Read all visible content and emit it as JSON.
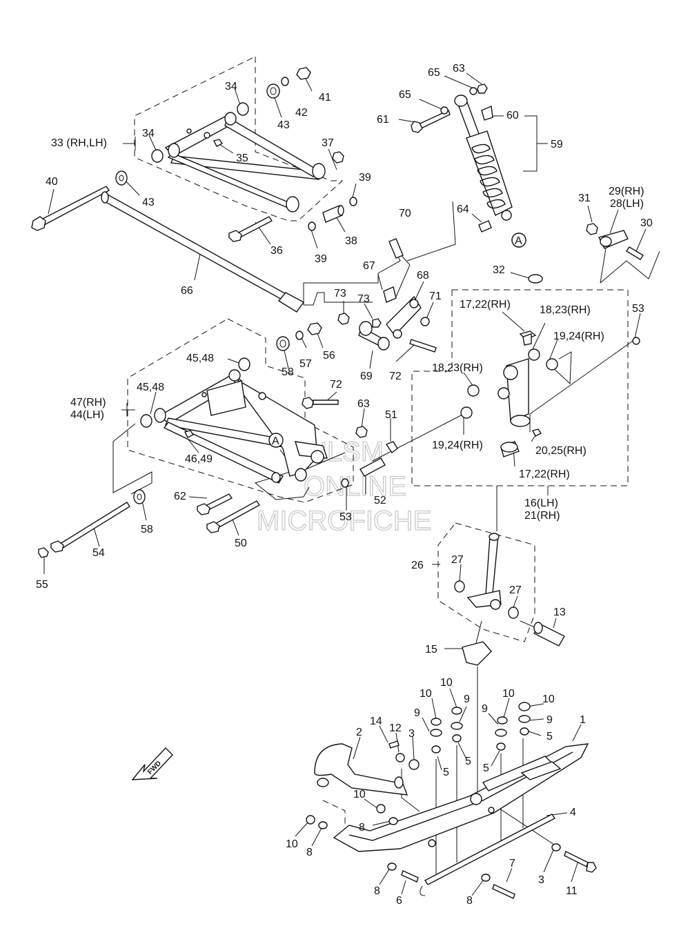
{
  "labels": {
    "l1": "1",
    "l2": "2",
    "l3a": "3",
    "l3b": "3",
    "l4": "4",
    "l5a": "5",
    "l5b": "5",
    "l5c": "5",
    "l5d": "5",
    "l6": "6",
    "l7": "7",
    "l8a": "8",
    "l8b": "8",
    "l8c": "8",
    "l8d": "8",
    "l9a": "9",
    "l9b": "9",
    "l9c": "9",
    "l9d": "9",
    "l10a": "10",
    "l10b": "10",
    "l10c": "10",
    "l10d": "10",
    "l10e": "10",
    "l10f": "10",
    "l11": "11",
    "l12": "12",
    "l13": "13",
    "l14": "14",
    "l15": "15",
    "l16": "16(LH)",
    "l21": "21(RH)",
    "l1722a": "17,22(RH)",
    "l1722b": "17,22(RH)",
    "l1823a": "18,23(RH)",
    "l1823b": "18,23(RH)",
    "l1924a": "19,24(RH)",
    "l1924b": "19,24(RH)",
    "l2025": "20,25(RH)",
    "l26": "26",
    "l27a": "27",
    "l27b": "27",
    "l29": "29(RH)",
    "l28": "28(LH)",
    "l30": "30",
    "l31": "31",
    "l32": "32",
    "l33": "33 (RH,LH)",
    "l34a": "34",
    "l34b": "34",
    "l35": "35",
    "l36": "36",
    "l37": "37",
    "l38": "38",
    "l39a": "39",
    "l39b": "39",
    "l40": "40",
    "l41": "41",
    "l42": "42",
    "l43a": "43",
    "l43b": "43",
    "l4548a": "45,48",
    "l4548b": "45,48",
    "l4649": "46,49",
    "l47": "47(RH)",
    "l44": "44(LH)",
    "l50": "50",
    "l51": "51",
    "l52": "52",
    "l53a": "53",
    "l53b": "53",
    "l54": "54",
    "l55": "55",
    "l56": "56",
    "l57": "57",
    "l58a": "58",
    "l58b": "58",
    "l59": "59",
    "l60": "60",
    "l61": "61",
    "l62": "62",
    "l63a": "63",
    "l63b": "63",
    "l64": "64",
    "l65a": "65",
    "l65b": "65",
    "l66": "66",
    "l67": "67",
    "l68": "68",
    "l69": "69",
    "l70": "70",
    "l71": "71",
    "l72a": "72",
    "l72b": "72",
    "l73a": "73",
    "l73b": "73",
    "refA1": "A",
    "refA2": "A"
  },
  "watermark": {
    "line1": "HLSM",
    "line2": "ONLINE",
    "line3": "MICROFICHE"
  },
  "fwd_label": "FWD",
  "icons": {
    "fwd_arrow": "fwd-arrow-icon"
  }
}
